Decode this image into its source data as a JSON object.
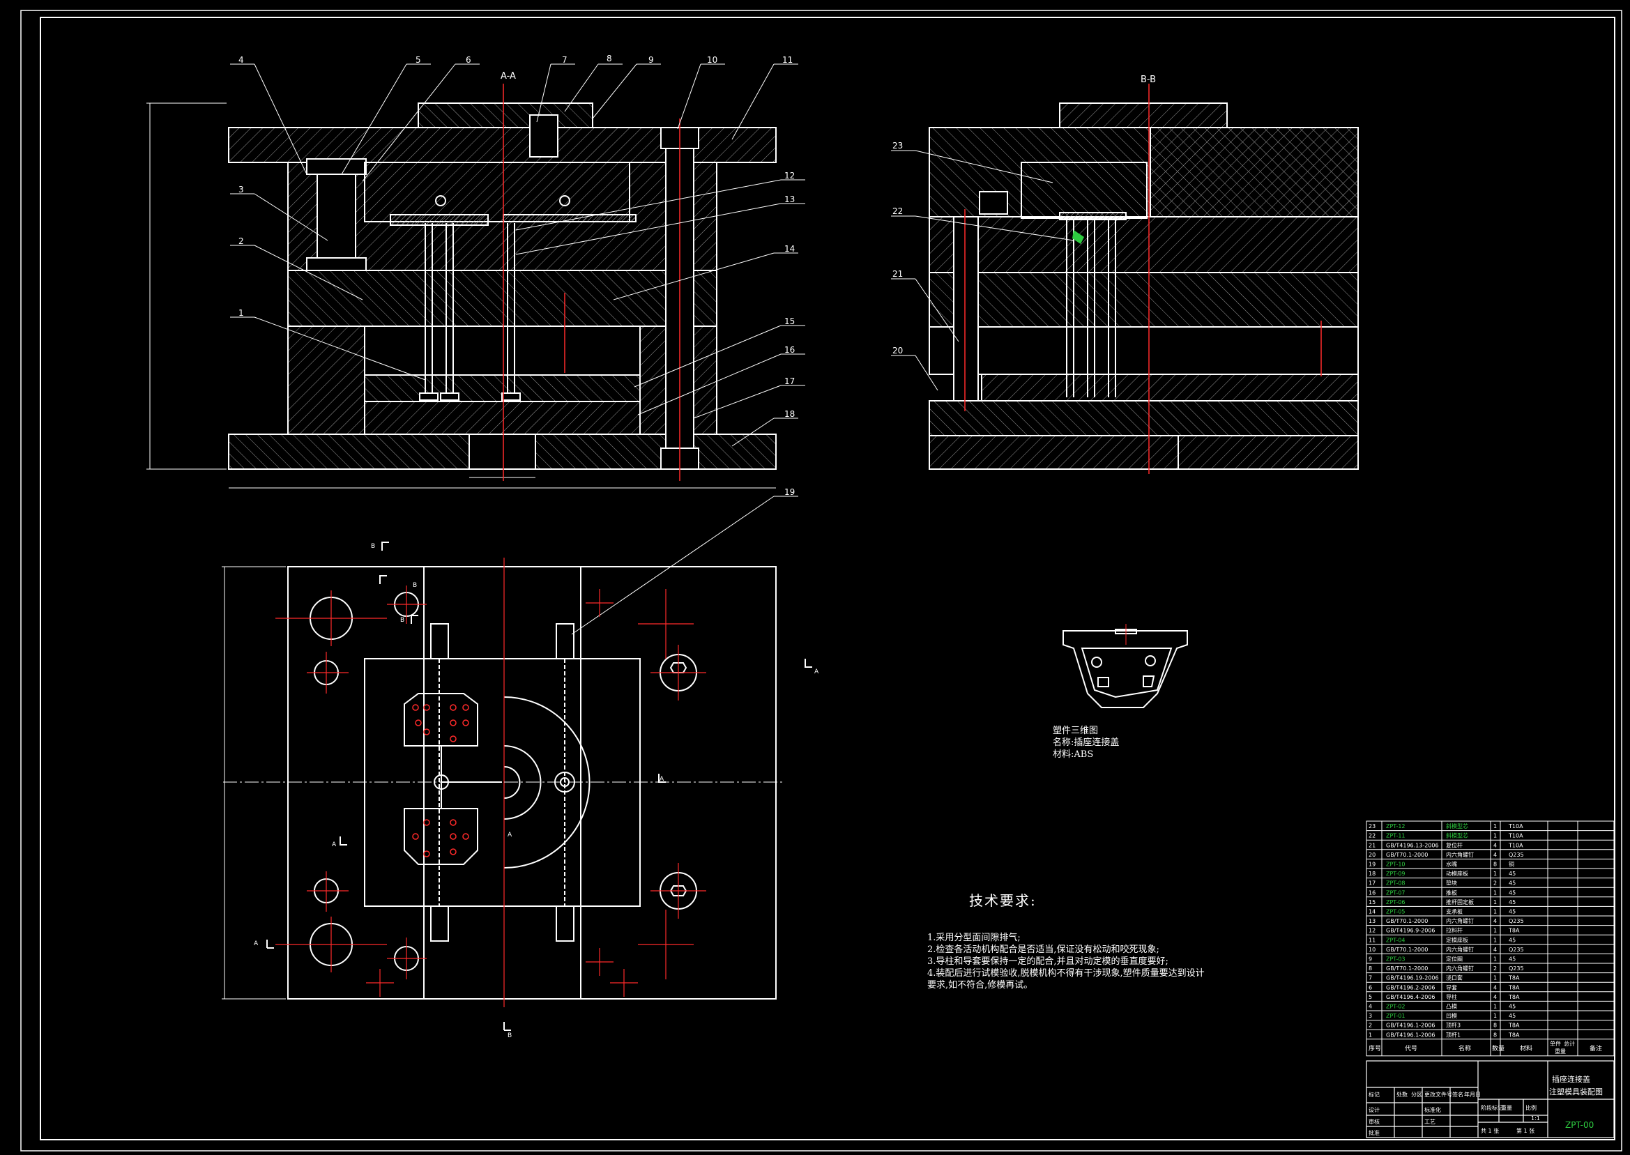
{
  "sections": {
    "aa": "A-A",
    "bb": "B-B"
  },
  "part_callouts": [
    "1",
    "2",
    "3",
    "4",
    "5",
    "6",
    "7",
    "8",
    "9",
    "10",
    "11",
    "12",
    "13",
    "14",
    "15",
    "16",
    "17",
    "18",
    "19"
  ],
  "bb_callouts": [
    "20",
    "21",
    "22",
    "23"
  ],
  "section_marks": [
    "B",
    "B",
    "B",
    "A",
    "A",
    "A",
    "A",
    "A",
    "B"
  ],
  "plastic_part": {
    "title": "塑件三维图",
    "name": "名称:插座连接盖",
    "material": "材料:ABS"
  },
  "tech_requirements": {
    "title": "技术要求:",
    "items": [
      "1.采用分型面间隙排气;",
      "2.检查各活动机构配合是否适当,保证没有松动和咬死现象;",
      "3.导柱和导套要保持一定的配合,并且对动定模的垂直度要好;",
      "4.装配后进行试模验收,脱模机构不得有干涉现象,塑件质量要达到设计",
      "要求,如不符合,修模再试。"
    ]
  },
  "bom": {
    "rows": [
      {
        "no": "23",
        "code": "ZPT-12",
        "name": "斜模型芯",
        "qty": "1",
        "mat": "T10A",
        "note": ""
      },
      {
        "no": "22",
        "code": "ZPT-11",
        "name": "斜模型芯",
        "qty": "1",
        "mat": "T10A",
        "note": ""
      },
      {
        "no": "21",
        "code": "GB/T4196.13-2006",
        "name": "复位杆",
        "qty": "4",
        "mat": "T10A",
        "note": ""
      },
      {
        "no": "20",
        "code": "GB/T70.1-2000",
        "name": "内六角螺钉",
        "qty": "4",
        "mat": "Q235",
        "note": ""
      },
      {
        "no": "19",
        "code": "ZPT-10",
        "name": "水嘴",
        "qty": "8",
        "mat": "铜",
        "note": ""
      },
      {
        "no": "18",
        "code": "ZPT-09",
        "name": "动模座板",
        "qty": "1",
        "mat": "45",
        "note": ""
      },
      {
        "no": "17",
        "code": "ZPT-08",
        "name": "垫块",
        "qty": "2",
        "mat": "45",
        "note": ""
      },
      {
        "no": "16",
        "code": "ZPT-07",
        "name": "推板",
        "qty": "1",
        "mat": "45",
        "note": ""
      },
      {
        "no": "15",
        "code": "ZPT-06",
        "name": "推杆固定板",
        "qty": "1",
        "mat": "45",
        "note": ""
      },
      {
        "no": "14",
        "code": "ZPT-05",
        "name": "支承板",
        "qty": "1",
        "mat": "45",
        "note": ""
      },
      {
        "no": "13",
        "code": "GB/T70.1-2000",
        "name": "内六角螺钉",
        "qty": "4",
        "mat": "Q235",
        "note": ""
      },
      {
        "no": "12",
        "code": "GB/T4196.9-2006",
        "name": "拉料杆",
        "qty": "1",
        "mat": "T8A",
        "note": ""
      },
      {
        "no": "11",
        "code": "ZPT-04",
        "name": "定模座板",
        "qty": "1",
        "mat": "45",
        "note": ""
      },
      {
        "no": "10",
        "code": "GB/T70.1-2000",
        "name": "内六角螺钉",
        "qty": "4",
        "mat": "Q235",
        "note": ""
      },
      {
        "no": "9",
        "code": "ZPT-03",
        "name": "定位圈",
        "qty": "1",
        "mat": "45",
        "note": ""
      },
      {
        "no": "8",
        "code": "GB/T70.1-2000",
        "name": "内六角螺钉",
        "qty": "2",
        "mat": "Q235",
        "note": ""
      },
      {
        "no": "7",
        "code": "GB/T4196.19-2006",
        "name": "浇口套",
        "qty": "1",
        "mat": "T8A",
        "note": ""
      },
      {
        "no": "6",
        "code": "GB/T4196.2-2006",
        "name": "导套",
        "qty": "4",
        "mat": "T8A",
        "note": ""
      },
      {
        "no": "5",
        "code": "GB/T4196.4-2006",
        "name": "导柱",
        "qty": "4",
        "mat": "T8A",
        "note": ""
      },
      {
        "no": "4",
        "code": "ZPT-02",
        "name": "凸模",
        "qty": "1",
        "mat": "45",
        "note": ""
      },
      {
        "no": "3",
        "code": "ZPT-01",
        "name": "凹模",
        "qty": "1",
        "mat": "45",
        "note": ""
      },
      {
        "no": "2",
        "code": "GB/T4196.1-2006",
        "name": "顶杆3",
        "qty": "8",
        "mat": "T8A",
        "note": ""
      },
      {
        "no": "1",
        "code": "GB/T4196.1-2006",
        "name": "顶杆1",
        "qty": "8",
        "mat": "T8A",
        "note": ""
      }
    ],
    "header": {
      "no": "序号",
      "code": "代号",
      "name": "名称",
      "qty": "数量",
      "mat": "材料",
      "unit": "单件",
      "total": "总计",
      "weight": "重量",
      "note": "备注"
    }
  },
  "title_block": {
    "title1": "插座连接盖",
    "title2": "注塑模具装配图",
    "drawing_no": "ZPT-00",
    "scale": "1:1",
    "sheet": "共 1 张",
    "sheet2": "第 1 张",
    "labels": [
      "标记",
      "处数",
      "分区",
      "更改文件号",
      "签名",
      "年月日",
      "设计",
      "标准化",
      "审核",
      "工艺",
      "批准",
      "阶段标记",
      "重量",
      "比例"
    ]
  }
}
